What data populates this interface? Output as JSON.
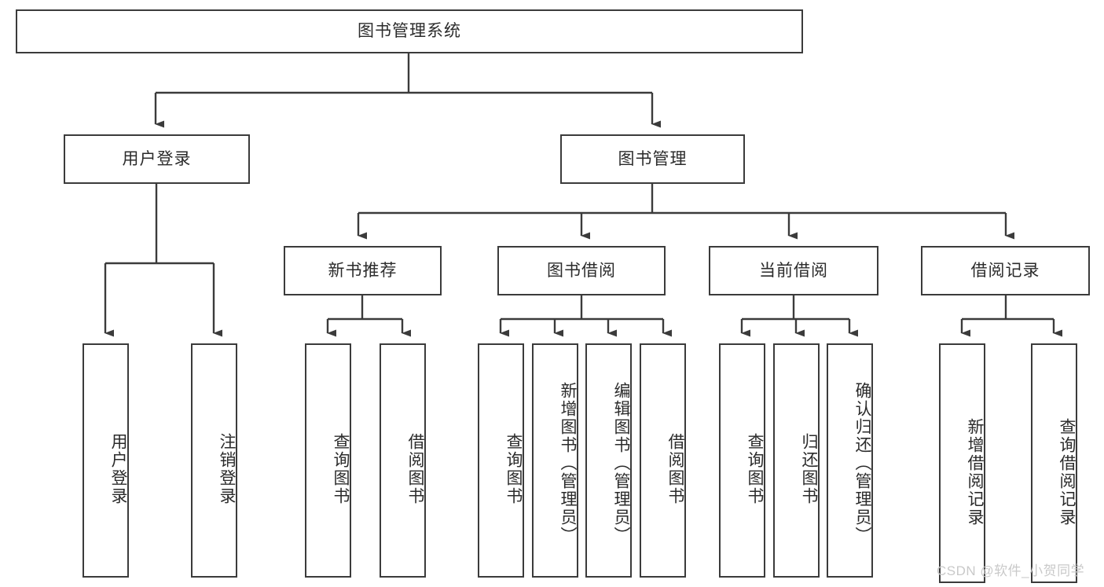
{
  "diagram": {
    "title": "图书管理系统",
    "type": "hierarchy-tree",
    "levels": 4,
    "root": {
      "label": "图书管理系统"
    },
    "level2": [
      {
        "label": "用户登录"
      },
      {
        "label": "图书管理"
      }
    ],
    "level3": [
      {
        "label": "新书推荐"
      },
      {
        "label": "图书借阅"
      },
      {
        "label": "当前借阅"
      },
      {
        "label": "借阅记录"
      }
    ],
    "leaves": {
      "user_login": [
        {
          "label": "用户登录"
        },
        {
          "label": "注销登录"
        }
      ],
      "new_book_recommend": [
        {
          "label": "查询图书"
        },
        {
          "label": "借阅图书"
        }
      ],
      "book_borrow": [
        {
          "label": "查询图书"
        },
        {
          "label": "新增图书（管理员）"
        },
        {
          "label": "编辑图书（管理员）"
        },
        {
          "label": "借阅图书"
        }
      ],
      "current_borrow": [
        {
          "label": "查询图书"
        },
        {
          "label": "归还图书"
        },
        {
          "label": "确认归还（管理员）"
        }
      ],
      "borrow_record": [
        {
          "label": "新增借阅记录"
        },
        {
          "label": "查询借阅记录"
        }
      ]
    }
  },
  "watermark": {
    "text": "CSDN @软件_小贺同学"
  },
  "colors": {
    "stroke": "#3b3b3b",
    "fill": "#ffffff",
    "text": "#2b2b2b",
    "watermark": "#c9c9c9"
  }
}
